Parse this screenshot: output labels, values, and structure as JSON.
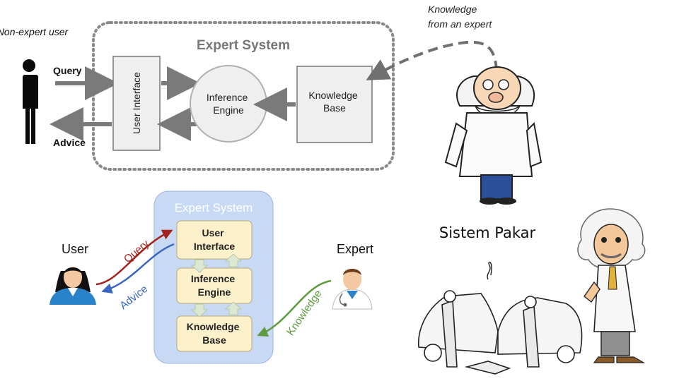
{
  "top_diagram": {
    "system_label": "Expert System",
    "non_expert_label": "Non-expert user",
    "query_label": "Query",
    "advice_label": "Advice",
    "user_interface_label": "User Interface",
    "inference_engine_label": "Inference Engine",
    "knowledge_base_label": "Knowledge Base",
    "expert_knowledge_label": "Knowledge from an expert",
    "colors": {
      "dotted_border": "#8a8a8a",
      "box_fill": "#efefef",
      "arrow": "#7a7a7a",
      "title": "#777777"
    }
  },
  "bottom_diagram": {
    "system_label": "Expert System",
    "user_label": "User",
    "expert_label": "Expert",
    "query_label": "Query",
    "advice_label": "Advice",
    "knowledge_label": "Knowledge",
    "user_interface_label": "User Interface",
    "inference_engine_label": "Inference Engine",
    "knowledge_base_label": "Knowledge Base",
    "colors": {
      "panel": "#c8d9f3",
      "box": "#fdf1cc",
      "query": "#a3221b",
      "advice": "#3a66c1",
      "knowledge": "#5e9a3e",
      "inner_arrow": "#dde8d2"
    }
  },
  "caption": "Sistem Pakar"
}
